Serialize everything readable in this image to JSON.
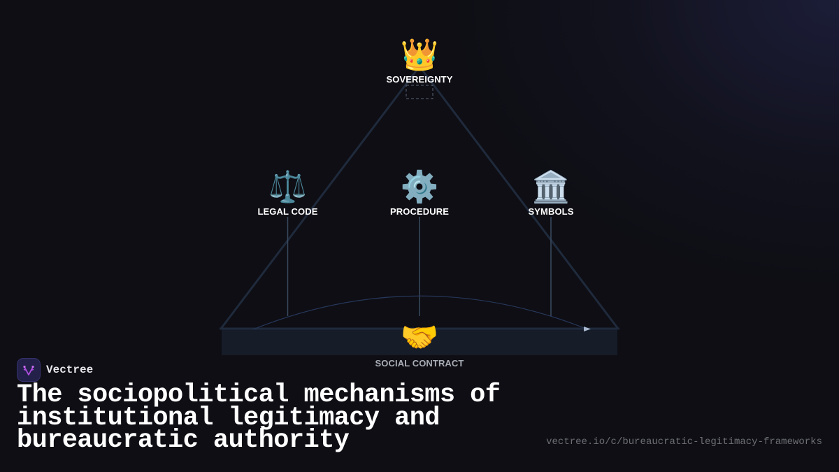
{
  "diagram": {
    "apex": {
      "label": "SOVEREIGNTY",
      "icon": "crown-icon",
      "emoji": "👑"
    },
    "pillars": [
      {
        "label": "LEGAL CODE",
        "icon": "scales-icon",
        "emoji": "⚖️"
      },
      {
        "label": "PROCEDURE",
        "icon": "gear-icon",
        "emoji": "⚙️"
      },
      {
        "label": "SYMBOLS",
        "icon": "classical-building-icon",
        "emoji": "🏛️"
      }
    ],
    "base": {
      "label": "SOCIAL CONTRACT",
      "icon": "handshake-icon",
      "emoji": "🤝"
    },
    "colors": {
      "background": "#0e0e14",
      "triangle_stroke": "#1f2a3c",
      "base_fill": "#161c28",
      "connector": "#3a4a60",
      "arc": "#27375a",
      "arrowhead": "#a9b8d0",
      "dashed_box": "#5a6474"
    }
  },
  "brand": {
    "name": "Vectree",
    "logo_icon": "vectree-logo-icon",
    "logo_color": "#b14ee0"
  },
  "title": "The sociopolitical mechanisms of institutional legitimacy and bureaucratic authority",
  "url": "vectree.io/c/bureaucratic-legitimacy-frameworks"
}
